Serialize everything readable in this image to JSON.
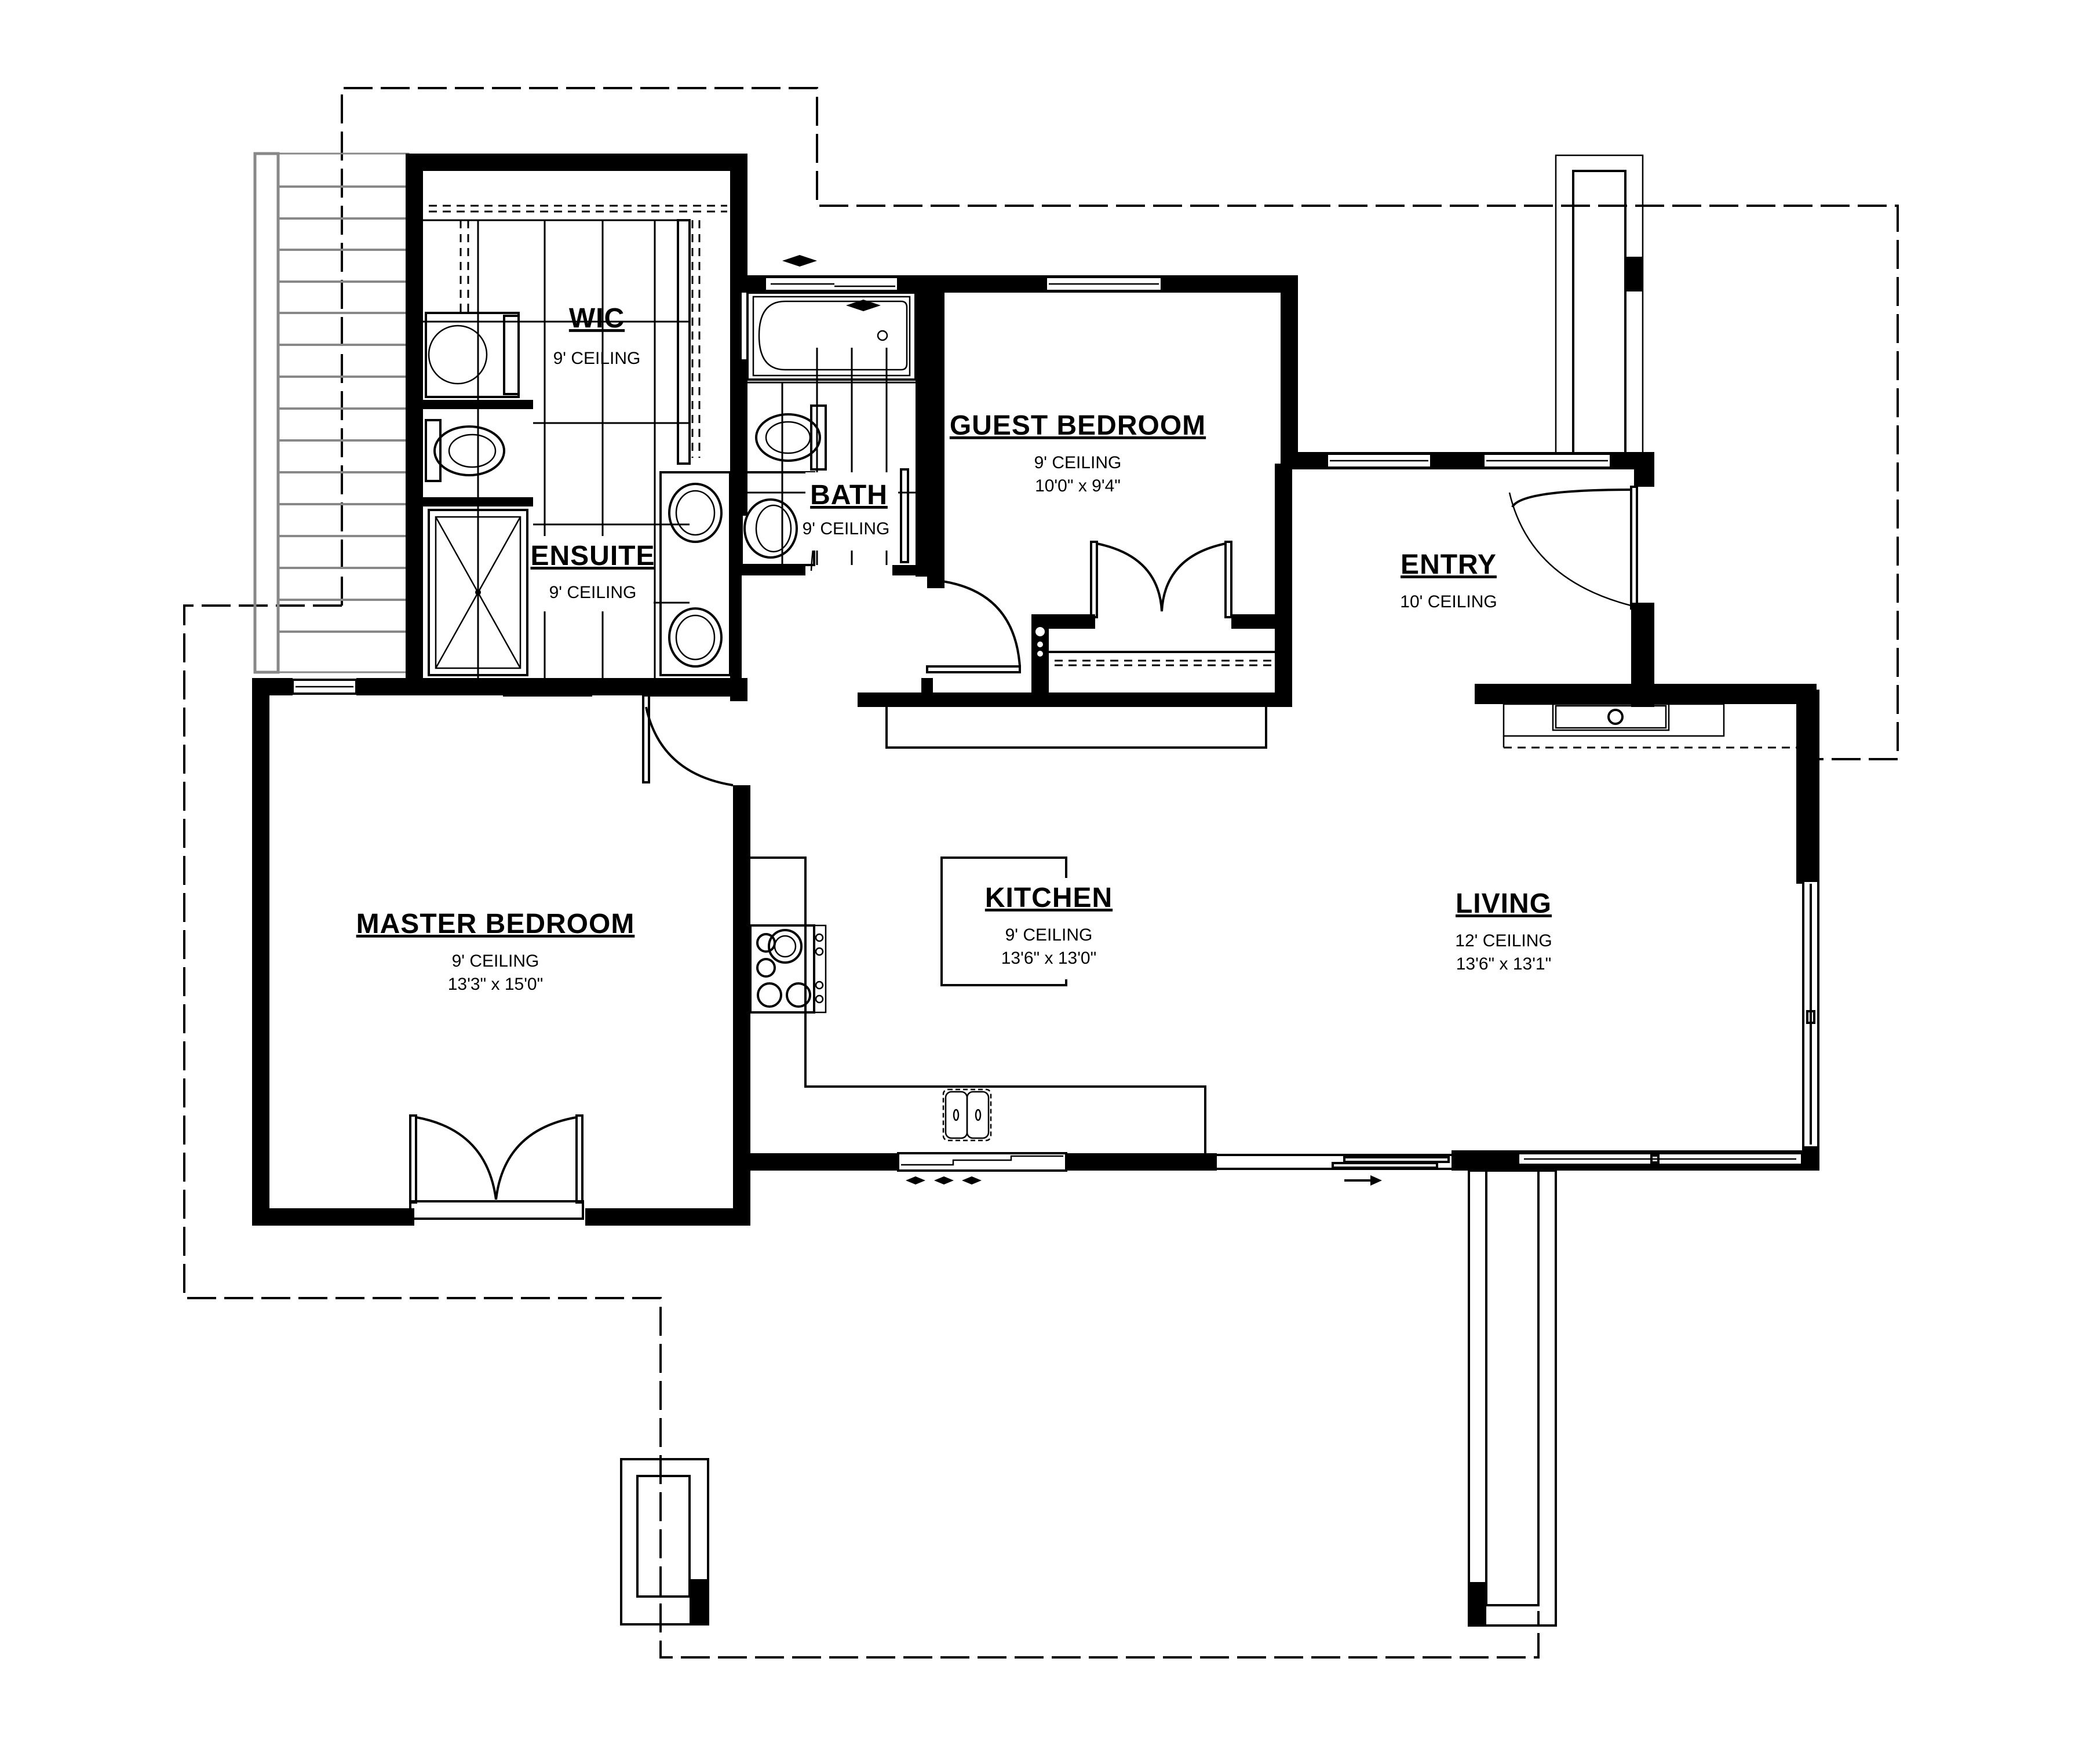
{
  "drawing": {
    "type": "floor plan",
    "background": "#ffffff",
    "ink_color": "#000000"
  },
  "rooms": [
    {
      "id": "wic",
      "name": "WIC",
      "ceiling": "9' CEILING",
      "size": null
    },
    {
      "id": "ensuite",
      "name": "ENSUITE",
      "ceiling": "9' CEILING",
      "size": null
    },
    {
      "id": "bath",
      "name": "BATH",
      "ceiling": "9' CEILING",
      "size": null
    },
    {
      "id": "guest_bedroom",
      "name": "GUEST BEDROOM",
      "ceiling": "9' CEILING",
      "size": "10'0\" x 9'4\""
    },
    {
      "id": "entry",
      "name": "ENTRY",
      "ceiling": "10' CEILING",
      "size": null
    },
    {
      "id": "master_bedroom",
      "name": "MASTER BEDROOM",
      "ceiling": "9' CEILING",
      "size": "13'3\" x 15'0\""
    },
    {
      "id": "kitchen",
      "name": "KITCHEN",
      "ceiling": "9' CEILING",
      "size": "13'6\" x 13'0\""
    },
    {
      "id": "living",
      "name": "LIVING",
      "ceiling": "12' CEILING",
      "size": "13'6\" x 13'1\""
    }
  ],
  "fixtures": [
    "stair-treads",
    "toilet-ensuite",
    "toilet-wic",
    "shower-ensuite",
    "double-vanity-ensuite",
    "bathtub",
    "toilet-bath",
    "sink-bath",
    "closet-guest",
    "range-cooktop",
    "kitchen-island",
    "double-sink",
    "fireplace-insert",
    "deck-posts"
  ],
  "legend": {
    "roof_outline": "dashed line",
    "walls": "solid black",
    "windows": "thin double line"
  }
}
